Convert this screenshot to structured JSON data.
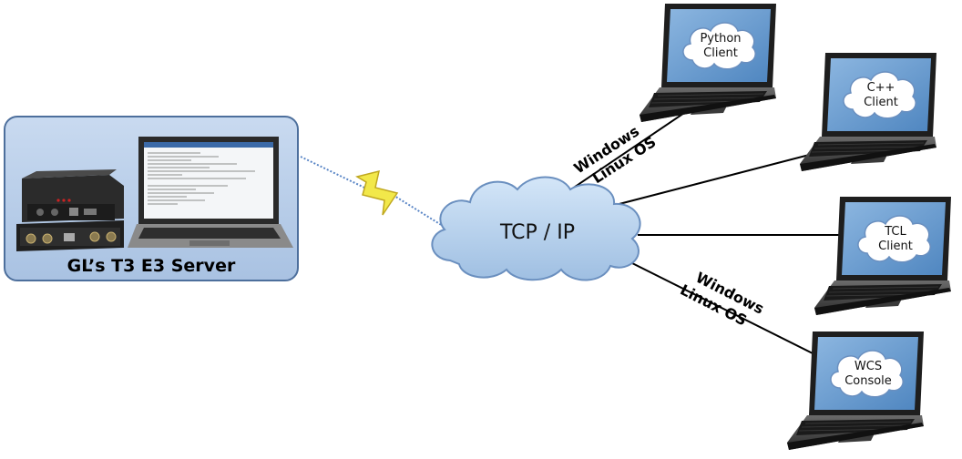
{
  "server": {
    "caption": "GL’s T3 E3 Server"
  },
  "network": {
    "cloud_label": "TCP / IP",
    "os_label_upper": [
      "Windows",
      "Linux OS"
    ],
    "os_label_lower": [
      "Windows",
      "Linux OS"
    ]
  },
  "clients": [
    {
      "lines": [
        "Python",
        "Client"
      ]
    },
    {
      "lines": [
        "C++",
        "Client"
      ]
    },
    {
      "lines": [
        "TCL",
        "Client"
      ]
    },
    {
      "lines": [
        "WCS",
        "Console"
      ]
    }
  ],
  "colors": {
    "server_panel_fill": "#b6cbe6",
    "server_panel_stroke": "#4d6f9c",
    "cloud_fill": "#bcd6f2",
    "cloud_stroke": "#6a8fbf",
    "laptop_screen": "#6e9fd0",
    "lightning": "#f2e84a"
  }
}
